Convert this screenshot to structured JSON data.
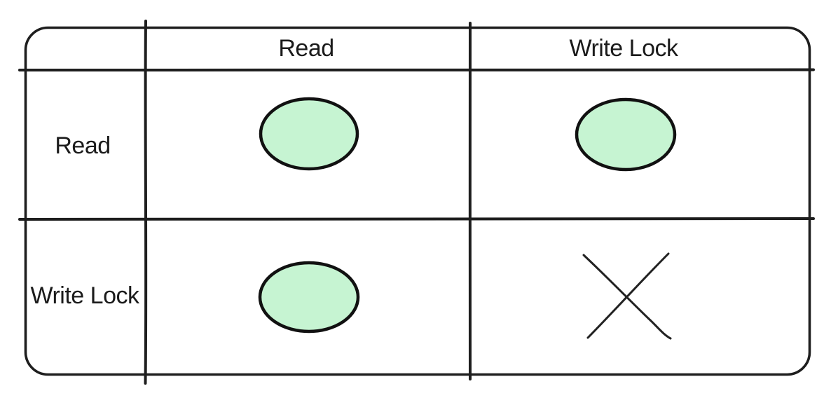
{
  "diagram": {
    "type": "table",
    "description_icon_legend": {
      "green-ellipse-icon": "compatible",
      "x-mark-icon": "conflict"
    },
    "column_headers": [
      "Read",
      "Write Lock"
    ],
    "row_headers": [
      "Read",
      "Write Lock"
    ],
    "cells": [
      [
        {
          "icon": "green-ellipse-icon"
        },
        {
          "icon": "green-ellipse-icon"
        }
      ],
      [
        {
          "icon": "green-ellipse-icon"
        },
        {
          "icon": "x-mark-icon"
        }
      ]
    ]
  },
  "colors": {
    "line": "#1e1e1e",
    "text": "#1b1b1b",
    "ellipse_fill": "#c6f4d2",
    "ellipse_stroke": "#111111",
    "background": "#ffffff"
  }
}
